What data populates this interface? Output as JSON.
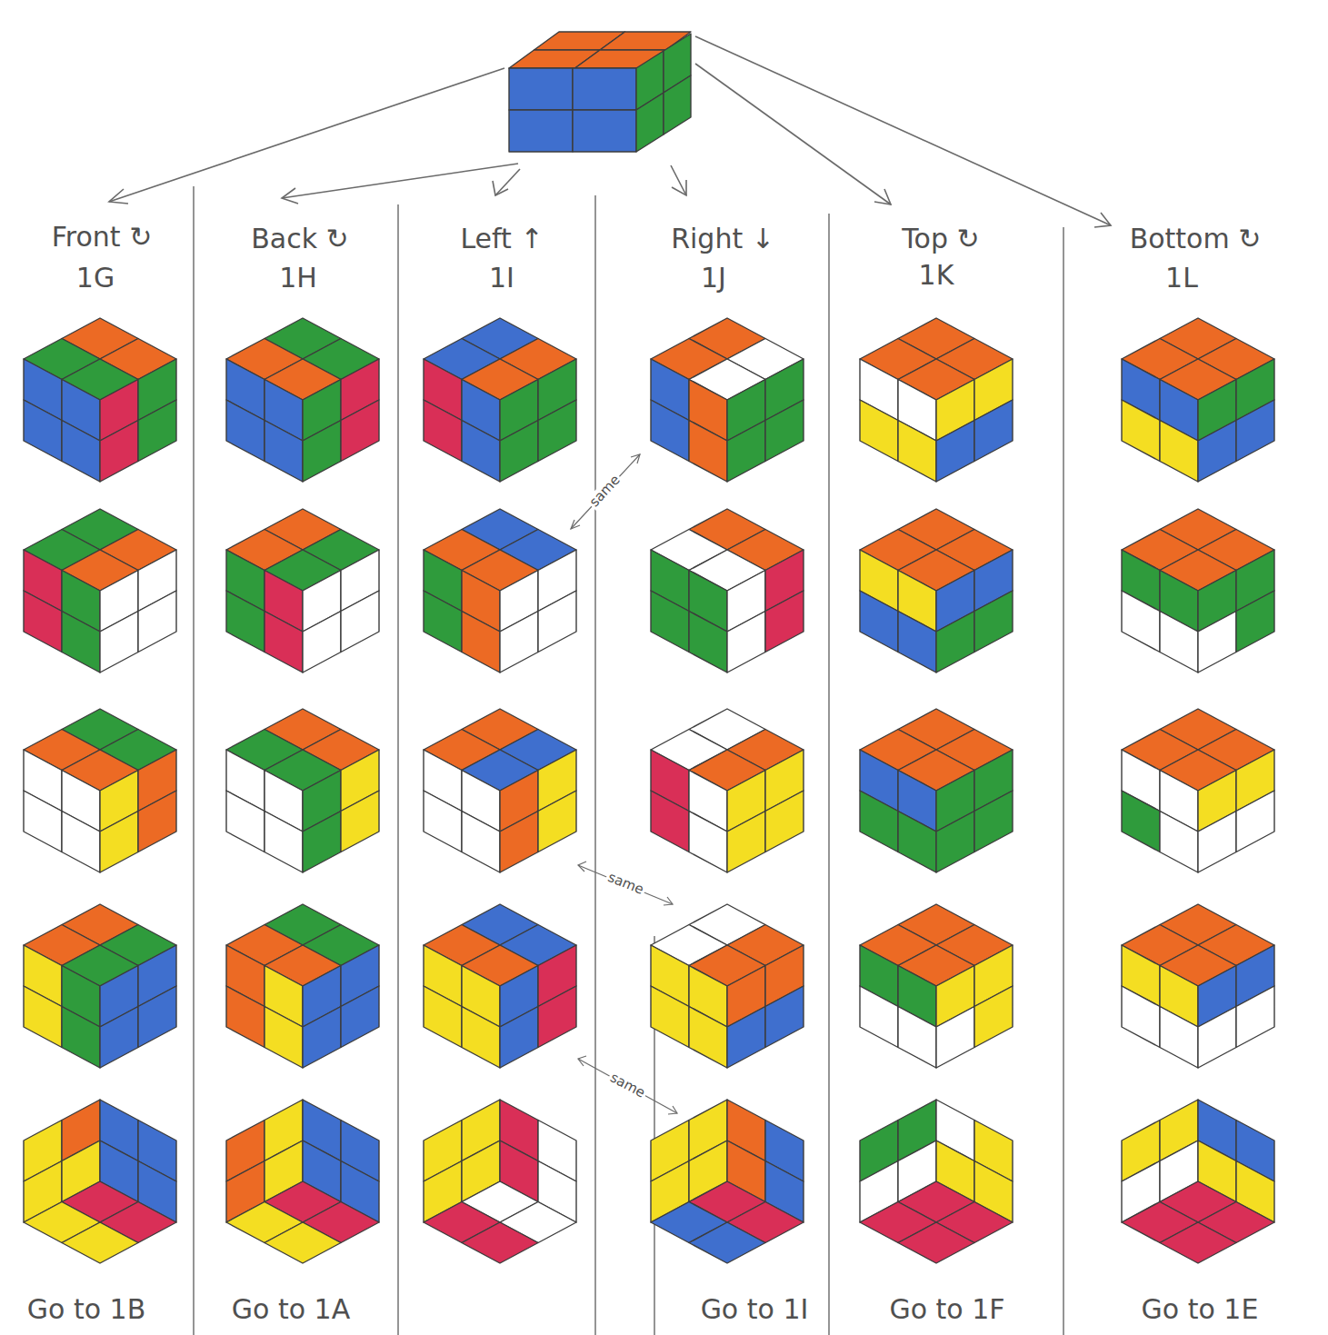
{
  "diagram": {
    "labels": [
      "Front ↻",
      "1G",
      "Back ↻",
      "1H",
      "Left ↑",
      "1I",
      "Right ↓",
      "1J",
      "Top ↻",
      "1K",
      "Bottom ↻",
      "1L",
      "same",
      "same",
      "same",
      "Go to 1B",
      "Go to 1A",
      "Go to 1I",
      "Go to 1F",
      "Go to 1E"
    ]
  }
}
